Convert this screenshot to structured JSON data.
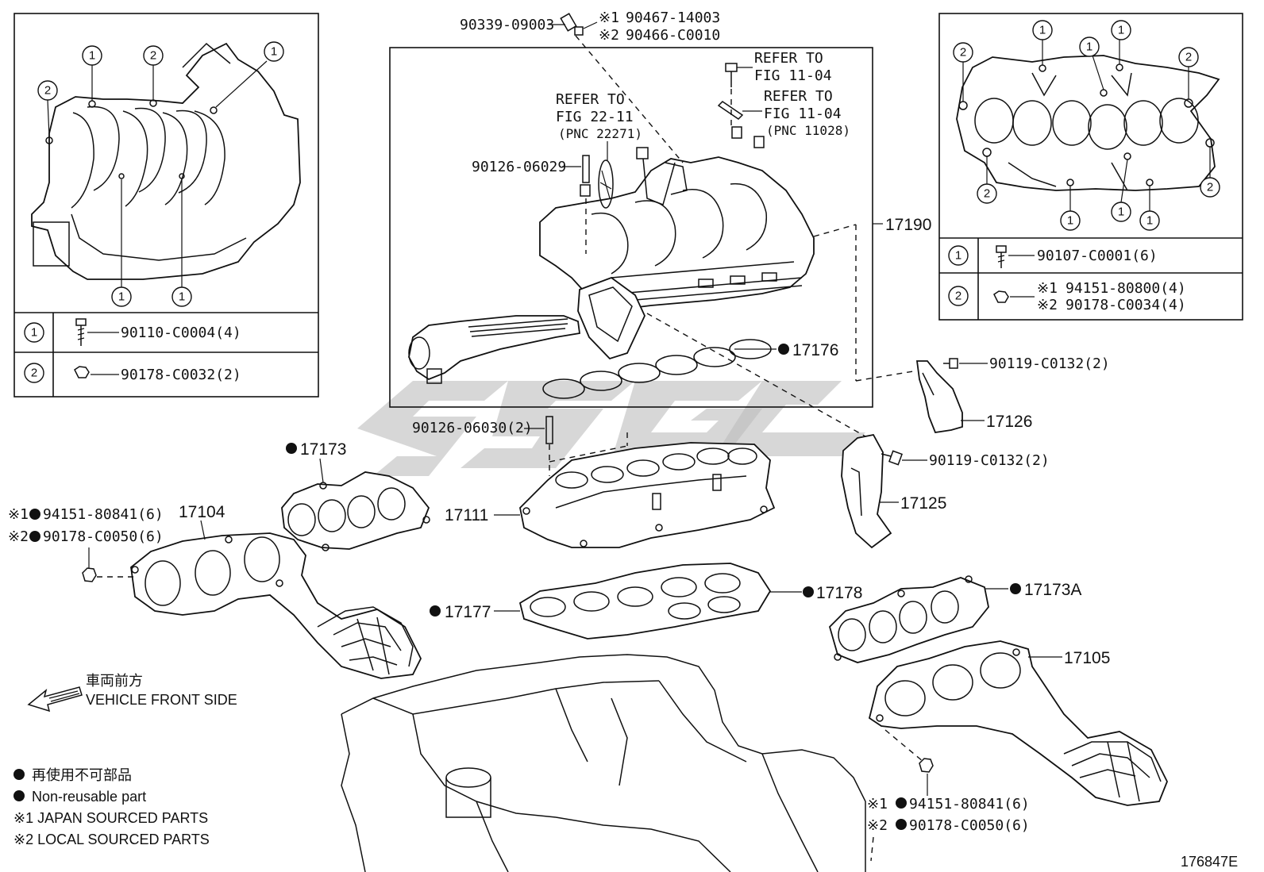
{
  "figure_number": "176847E",
  "callout_1": "1",
  "callout_2": "2",
  "detail_left": {
    "rows": [
      {
        "callout": "1",
        "part": "90110-C0004(4)"
      },
      {
        "callout": "2",
        "part": "90178-C0032(2)"
      }
    ]
  },
  "detail_right": {
    "rows": [
      {
        "callout": "1",
        "part": "90107-C0001(6)"
      },
      {
        "callout": "2",
        "part_japan": "94151-80800(4)",
        "part_local": "90178-C0034(4)"
      }
    ]
  },
  "parts": {
    "p90339": "90339-09003",
    "p90467": "90467-14003",
    "p90466": "90466-C0010",
    "refer_to": "REFER TO",
    "fig_1104": "FIG 11-04",
    "fig_2211": "FIG 22-11",
    "pnc_22271": "(PNC 22271)",
    "pnc_11028": "(PNC 11028)",
    "p90126_06029": "90126-06029",
    "p17190": "17190",
    "p17176": "17176",
    "p90119_a": "90119-C0132(2)",
    "p17126": "17126",
    "p90126_06030": "90126-06030(2)",
    "p17173": "17173",
    "p90119_b": "90119-C0132(2)",
    "p17125": "17125",
    "p94151_left": "94151-80841(6)",
    "p90178_left": "90178-C0050(6)",
    "p17104": "17104",
    "p17111": "17111",
    "p17173A": "17173A",
    "p17177": "17177",
    "p17178": "17178",
    "p17105": "17105",
    "p94151_right": "94151-80841(6)",
    "p90178_right": "90178-C0050(6)"
  },
  "marks": {
    "japan": "※1",
    "local": "※2"
  },
  "direction": {
    "jp": "車両前方",
    "en": "VEHICLE FRONT SIDE"
  },
  "legend": {
    "nonreusable_jp": "再使用不可部品",
    "nonreusable_en": "Non-reusable part",
    "japan_sourced": "※1 JAPAN SOURCED PARTS",
    "local_sourced": "※2 LOCAL SOURCED PARTS"
  }
}
